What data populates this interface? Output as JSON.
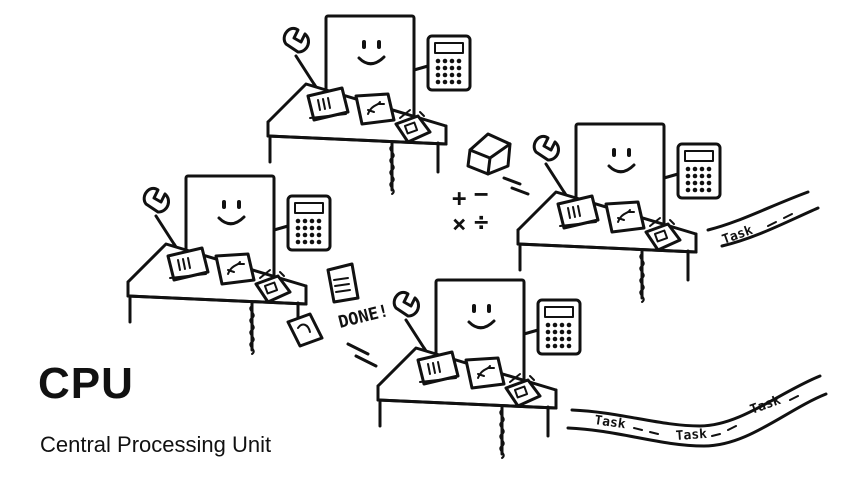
{
  "caption": {
    "title": "CPU",
    "subtitle": "Central Processing Unit"
  },
  "labels": {
    "done": "DONE!",
    "task": "Task"
  },
  "math_symbols": [
    "+",
    "−",
    "×",
    "÷"
  ],
  "workers": [
    {
      "role": "core",
      "icons": [
        "wrench-icon",
        "calculator-icon",
        "computer-icon",
        "telephone-icon"
      ]
    },
    {
      "role": "core",
      "icons": [
        "wrench-icon",
        "calculator-icon",
        "computer-icon",
        "telephone-icon"
      ]
    },
    {
      "role": "core",
      "icons": [
        "wrench-icon",
        "calculator-icon",
        "computer-icon",
        "telephone-icon"
      ]
    },
    {
      "role": "core",
      "icons": [
        "wrench-icon",
        "calculator-icon",
        "computer-icon",
        "telephone-icon"
      ]
    }
  ],
  "colors": {
    "ink": "#111111",
    "paper": "#ffffff"
  }
}
